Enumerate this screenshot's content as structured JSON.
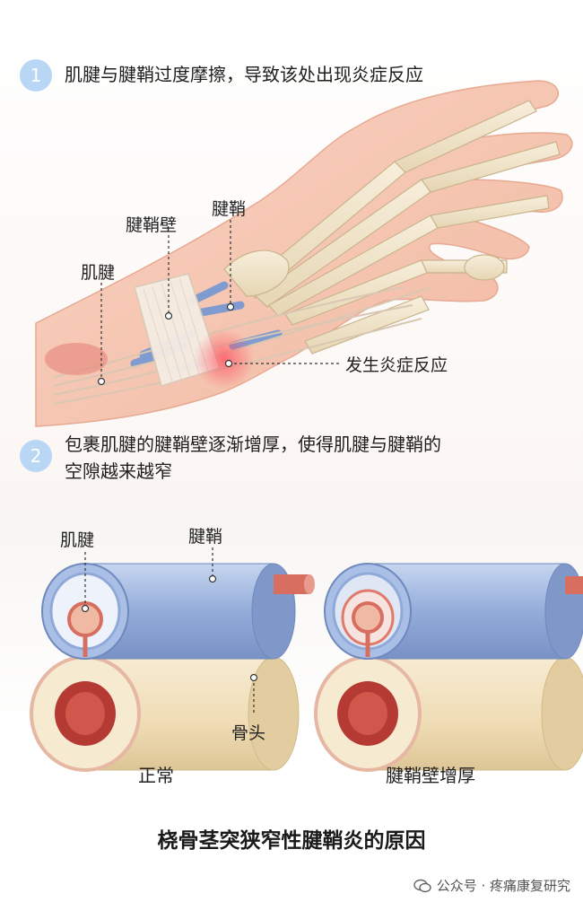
{
  "step1": {
    "number": "1",
    "text": "肌腱与腱鞘过度摩擦，导致该处出现炎症反应"
  },
  "hand_labels": {
    "tendon_sheath_wall": "腱鞘壁",
    "tendon_sheath": "腱鞘",
    "tendon": "肌腱",
    "inflammation": "发生炎症反应"
  },
  "step2": {
    "number": "2",
    "line1": "包裹肌腱的腱鞘壁逐渐增厚，使得肌腱与腱鞘的",
    "line2": "空隙越来越窄"
  },
  "cross_section_labels": {
    "tendon": "肌腱",
    "tendon_sheath": "腱鞘",
    "bone": "骨头",
    "normal": "正常",
    "thickened": "腱鞘壁增厚"
  },
  "title": "桡骨茎突狭窄性腱鞘炎的原因",
  "footer": {
    "source": "公众号 · 疼痛康复研究"
  },
  "colors": {
    "badge": "#b9d6f5",
    "sheath_blue": "#8fa9d8",
    "tendon_red": "#e07a6a",
    "bone_cream": "#f3e4c4",
    "skin": "#f6c9b6"
  }
}
